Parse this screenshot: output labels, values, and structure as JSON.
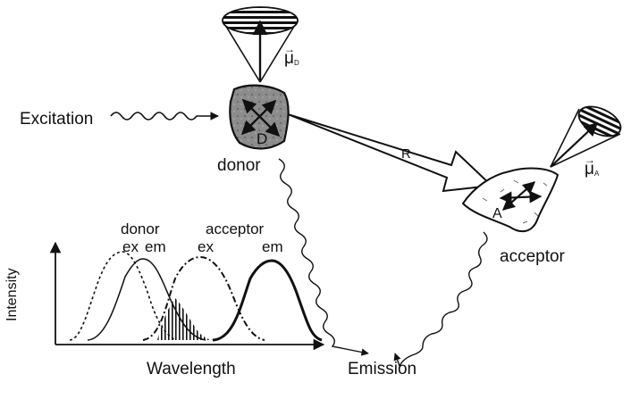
{
  "labels": {
    "excitation": "Excitation",
    "donor": "donor",
    "acceptor": "acceptor",
    "emission": "Emission",
    "distance": "R",
    "donor_letter": "D",
    "acceptor_letter": "A",
    "mu_donor": "μ",
    "mu_donor_sub": "D",
    "mu_acceptor": "μ",
    "mu_acceptor_sub": "A",
    "vector_arrow": "→"
  },
  "spectra_plot": {
    "ylabel": "Intensity",
    "xlabel": "Wavelength",
    "donor_header": "donor",
    "acceptor_header": "acceptor",
    "donor_ex": "ex",
    "donor_em": "em",
    "acceptor_ex": "ex",
    "acceptor_em": "em"
  }
}
